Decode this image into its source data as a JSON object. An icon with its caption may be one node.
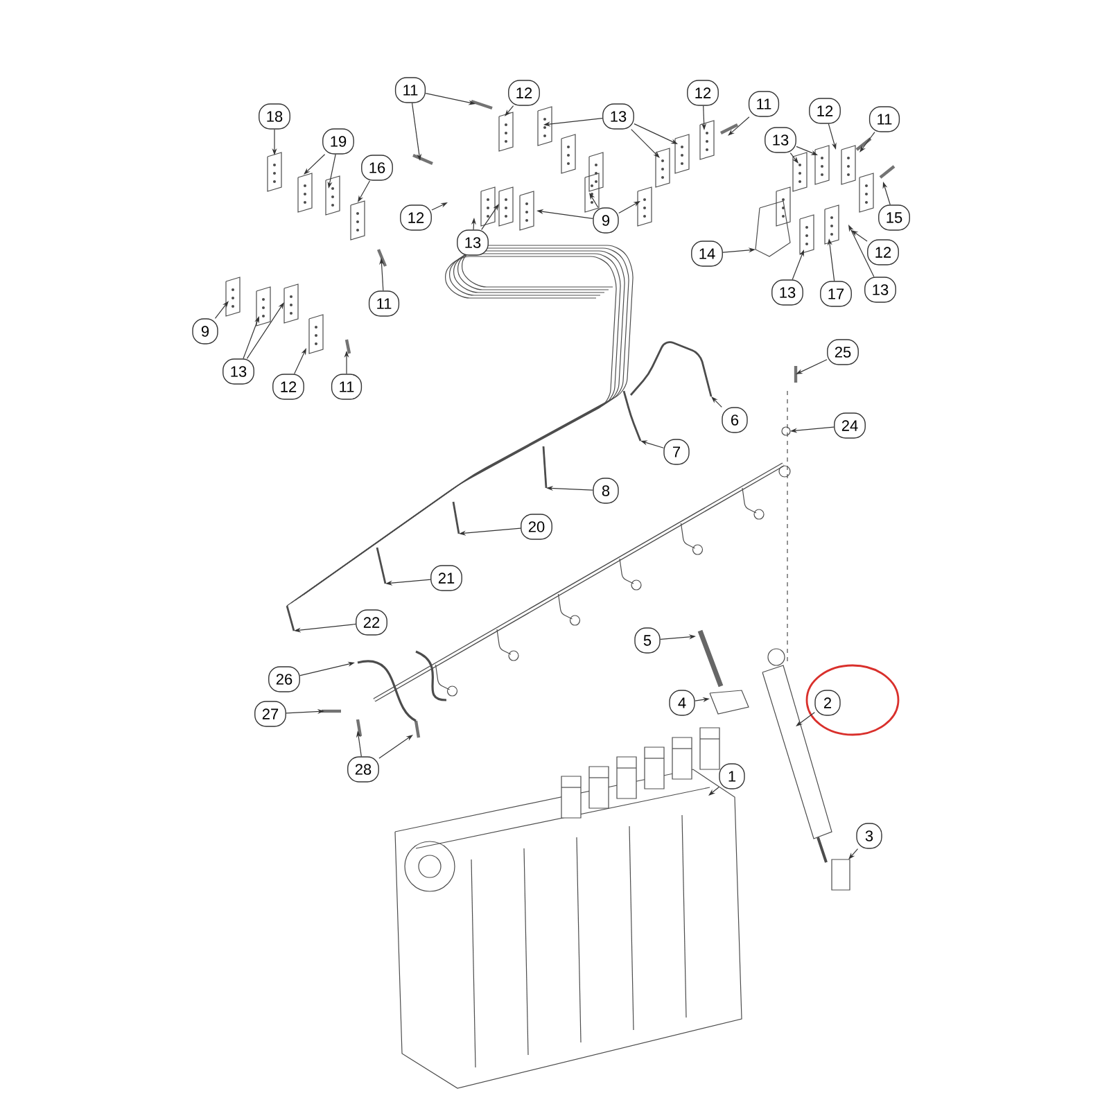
{
  "diagram": {
    "nodes": [
      {
        "text": [
          "11"
        ]
      },
      {
        "text": [
          "12"
        ]
      },
      {
        "text": [
          "13"
        ]
      },
      {
        "text": [
          "12"
        ]
      },
      {
        "text": [
          "11"
        ]
      },
      {
        "text": [
          "18"
        ]
      },
      {
        "text": [
          "19"
        ]
      },
      {
        "text": [
          "16"
        ]
      },
      {
        "text": [
          "12"
        ]
      },
      {
        "text": [
          "13"
        ]
      },
      {
        "text": [
          "9"
        ]
      },
      {
        "text": [
          "11"
        ]
      },
      {
        "text": [
          "9"
        ]
      },
      {
        "text": [
          "13"
        ]
      },
      {
        "text": [
          "12"
        ]
      },
      {
        "text": [
          "11"
        ]
      },
      {
        "text": [
          "12"
        ]
      },
      {
        "text": [
          "11"
        ]
      },
      {
        "text": [
          "13"
        ]
      },
      {
        "text": [
          "15"
        ]
      },
      {
        "text": [
          "14"
        ]
      },
      {
        "text": [
          "12"
        ]
      },
      {
        "text": [
          "13"
        ]
      },
      {
        "text": [
          "17"
        ]
      },
      {
        "text": [
          "13"
        ]
      },
      {
        "text": [
          "25"
        ]
      },
      {
        "text": [
          "24"
        ]
      },
      {
        "text": [
          "6"
        ]
      },
      {
        "text": [
          "7"
        ]
      },
      {
        "text": [
          "8"
        ]
      },
      {
        "text": [
          "20"
        ]
      },
      {
        "text": [
          "21"
        ]
      },
      {
        "text": [
          "22"
        ]
      },
      {
        "text": [
          "5"
        ]
      },
      {
        "text": [
          "26"
        ]
      },
      {
        "text": [
          "27"
        ]
      },
      {
        "text": [
          "28"
        ]
      },
      {
        "text": [
          "4"
        ]
      },
      {
        "text": [
          "2"
        ]
      },
      {
        "text": [
          "1"
        ]
      },
      {
        "text": [
          "3"
        ]
      }
    ],
    "edges": [
      {
        "from": 0,
        "to": null,
        "arrow": "to"
      },
      {
        "from": 0,
        "to": null,
        "arrow": "to"
      },
      {
        "from": 1,
        "to": null,
        "arrow": "to"
      },
      {
        "from": 2,
        "to": null,
        "arrow": "to"
      },
      {
        "from": 2,
        "to": null,
        "arrow": "to"
      },
      {
        "from": 2,
        "to": null,
        "arrow": "to"
      },
      {
        "from": 3,
        "to": null,
        "arrow": "to"
      },
      {
        "from": 4,
        "to": null,
        "arrow": "to"
      },
      {
        "from": 5,
        "to": null,
        "arrow": "to"
      },
      {
        "from": 6,
        "to": null,
        "arrow": "to"
      },
      {
        "from": 6,
        "to": null,
        "arrow": "to"
      },
      {
        "from": 7,
        "to": null,
        "arrow": "to"
      },
      {
        "from": 8,
        "to": null,
        "arrow": "to"
      },
      {
        "from": 9,
        "to": null,
        "arrow": "to"
      },
      {
        "from": 9,
        "to": null,
        "arrow": "to"
      },
      {
        "from": 10,
        "to": null,
        "arrow": "to"
      },
      {
        "from": 10,
        "to": null,
        "arrow": "to"
      },
      {
        "from": 10,
        "to": null,
        "arrow": "to"
      },
      {
        "from": 11,
        "to": null,
        "arrow": "to"
      },
      {
        "from": 12,
        "to": null,
        "arrow": "to"
      },
      {
        "from": 13,
        "to": null,
        "arrow": "to"
      },
      {
        "from": 13,
        "to": null,
        "arrow": "to"
      },
      {
        "from": 14,
        "to": null,
        "arrow": "to"
      },
      {
        "from": 15,
        "to": null,
        "arrow": "to"
      },
      {
        "from": 16,
        "to": null,
        "arrow": "to"
      },
      {
        "from": 17,
        "to": null,
        "arrow": "to"
      },
      {
        "from": 18,
        "to": null,
        "arrow": "to"
      },
      {
        "from": 18,
        "to": null,
        "arrow": "to"
      },
      {
        "from": 19,
        "to": null,
        "arrow": "to"
      },
      {
        "from": 20,
        "to": null,
        "arrow": "to"
      },
      {
        "from": 21,
        "to": null,
        "arrow": "to"
      },
      {
        "from": 22,
        "to": null,
        "arrow": "to"
      },
      {
        "from": 23,
        "to": null,
        "arrow": "to"
      },
      {
        "from": 24,
        "to": null,
        "arrow": "to"
      },
      {
        "from": 25,
        "to": null,
        "arrow": "to"
      },
      {
        "from": 26,
        "to": null,
        "arrow": "to"
      },
      {
        "from": 27,
        "to": null,
        "arrow": "to"
      },
      {
        "from": 28,
        "to": null,
        "arrow": "to"
      },
      {
        "from": 29,
        "to": null,
        "arrow": "to"
      },
      {
        "from": 30,
        "to": null,
        "arrow": "to"
      },
      {
        "from": 31,
        "to": null,
        "arrow": "to"
      },
      {
        "from": 32,
        "to": null,
        "arrow": "to"
      },
      {
        "from": 33,
        "to": null,
        "arrow": "to"
      },
      {
        "from": 34,
        "to": null,
        "arrow": "to"
      },
      {
        "from": 35,
        "to": null,
        "arrow": "to"
      },
      {
        "from": 36,
        "to": null,
        "arrow": "to"
      },
      {
        "from": 36,
        "to": null,
        "arrow": "to"
      },
      {
        "from": 37,
        "to": null,
        "arrow": "to"
      },
      {
        "from": 38,
        "to": null,
        "arrow": "to"
      },
      {
        "from": 39,
        "to": null,
        "arrow": "to"
      },
      {
        "from": 40,
        "to": null,
        "arrow": "to"
      }
    ]
  }
}
